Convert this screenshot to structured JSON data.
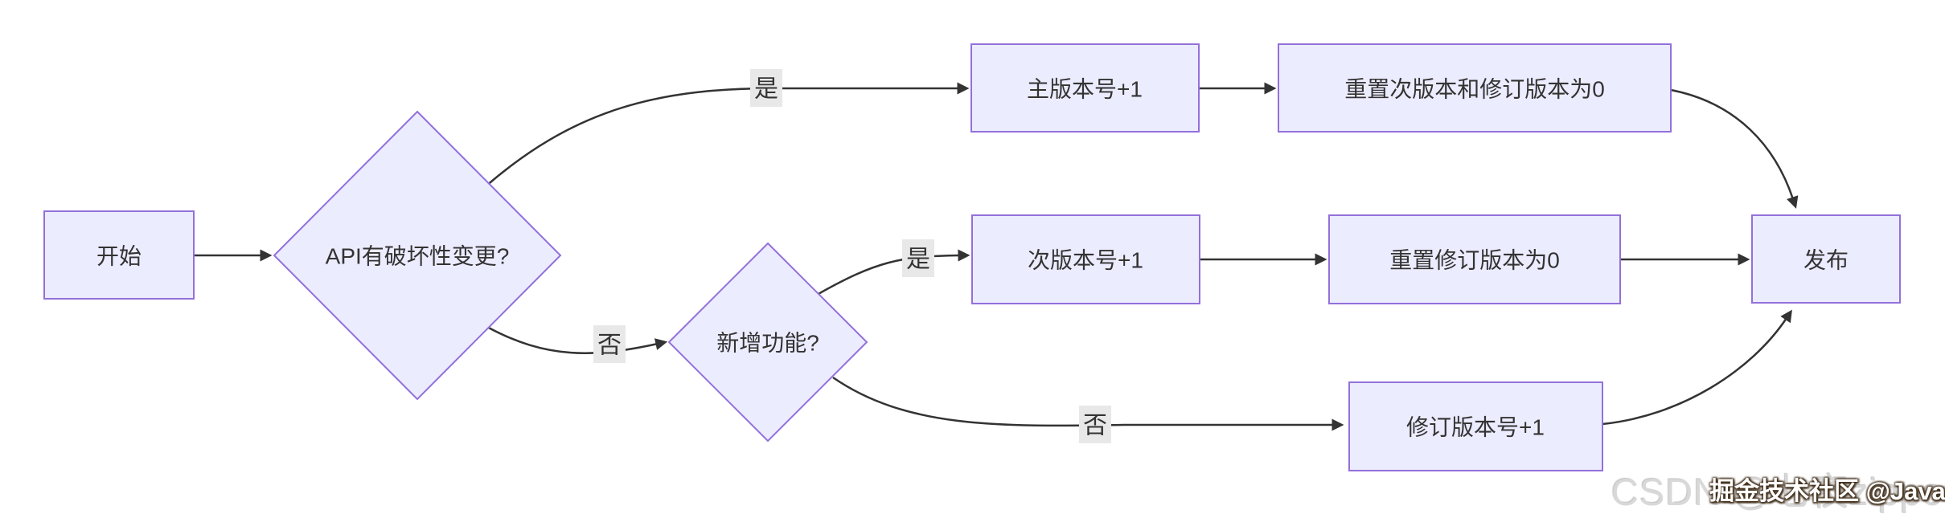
{
  "diagram": {
    "title_hint": "semantic version release flowchart",
    "nodes": [
      {
        "id": "start",
        "type": "rect",
        "label": "开始"
      },
      {
        "id": "decision-breaking-change",
        "type": "diamond",
        "label": "API有破坏性变更?"
      },
      {
        "id": "major-bump",
        "type": "rect",
        "label": "主版本号+1"
      },
      {
        "id": "reset-minor-and-patch",
        "type": "rect",
        "label": "重置次版本和修订版本为0"
      },
      {
        "id": "decision-new-feature",
        "type": "diamond",
        "label": "新增功能?"
      },
      {
        "id": "minor-bump",
        "type": "rect",
        "label": "次版本号+1"
      },
      {
        "id": "reset-patch",
        "type": "rect",
        "label": "重置修订版本为0"
      },
      {
        "id": "patch-bump",
        "type": "rect",
        "label": "修订版本号+1"
      },
      {
        "id": "release",
        "type": "rect",
        "label": "发布"
      }
    ],
    "edge_labels": {
      "yes": "是",
      "no": "否"
    },
    "edges": [
      {
        "from": "start",
        "to": "decision-breaking-change",
        "label": ""
      },
      {
        "from": "decision-breaking-change",
        "to": "major-bump",
        "label": "是"
      },
      {
        "from": "decision-breaking-change",
        "to": "decision-new-feature",
        "label": "否"
      },
      {
        "from": "major-bump",
        "to": "reset-minor-and-patch",
        "label": ""
      },
      {
        "from": "reset-minor-and-patch",
        "to": "release",
        "label": ""
      },
      {
        "from": "decision-new-feature",
        "to": "minor-bump",
        "label": "是"
      },
      {
        "from": "decision-new-feature",
        "to": "patch-bump",
        "label": "否"
      },
      {
        "from": "minor-bump",
        "to": "reset-patch",
        "label": ""
      },
      {
        "from": "reset-patch",
        "to": "release",
        "label": ""
      },
      {
        "from": "patch-bump",
        "to": "release",
        "label": ""
      }
    ],
    "colors": {
      "node_fill": "#ECECFF",
      "node_border": "#9370DB",
      "edge": "#333333",
      "text": "#333333",
      "edge_label_bg": "#e8e8e8",
      "background": "#ffffff"
    }
  },
  "watermarks": {
    "background_text": "CSDN @七夜zippoe",
    "foreground_text": "掘金技术社区 @Java水解"
  }
}
